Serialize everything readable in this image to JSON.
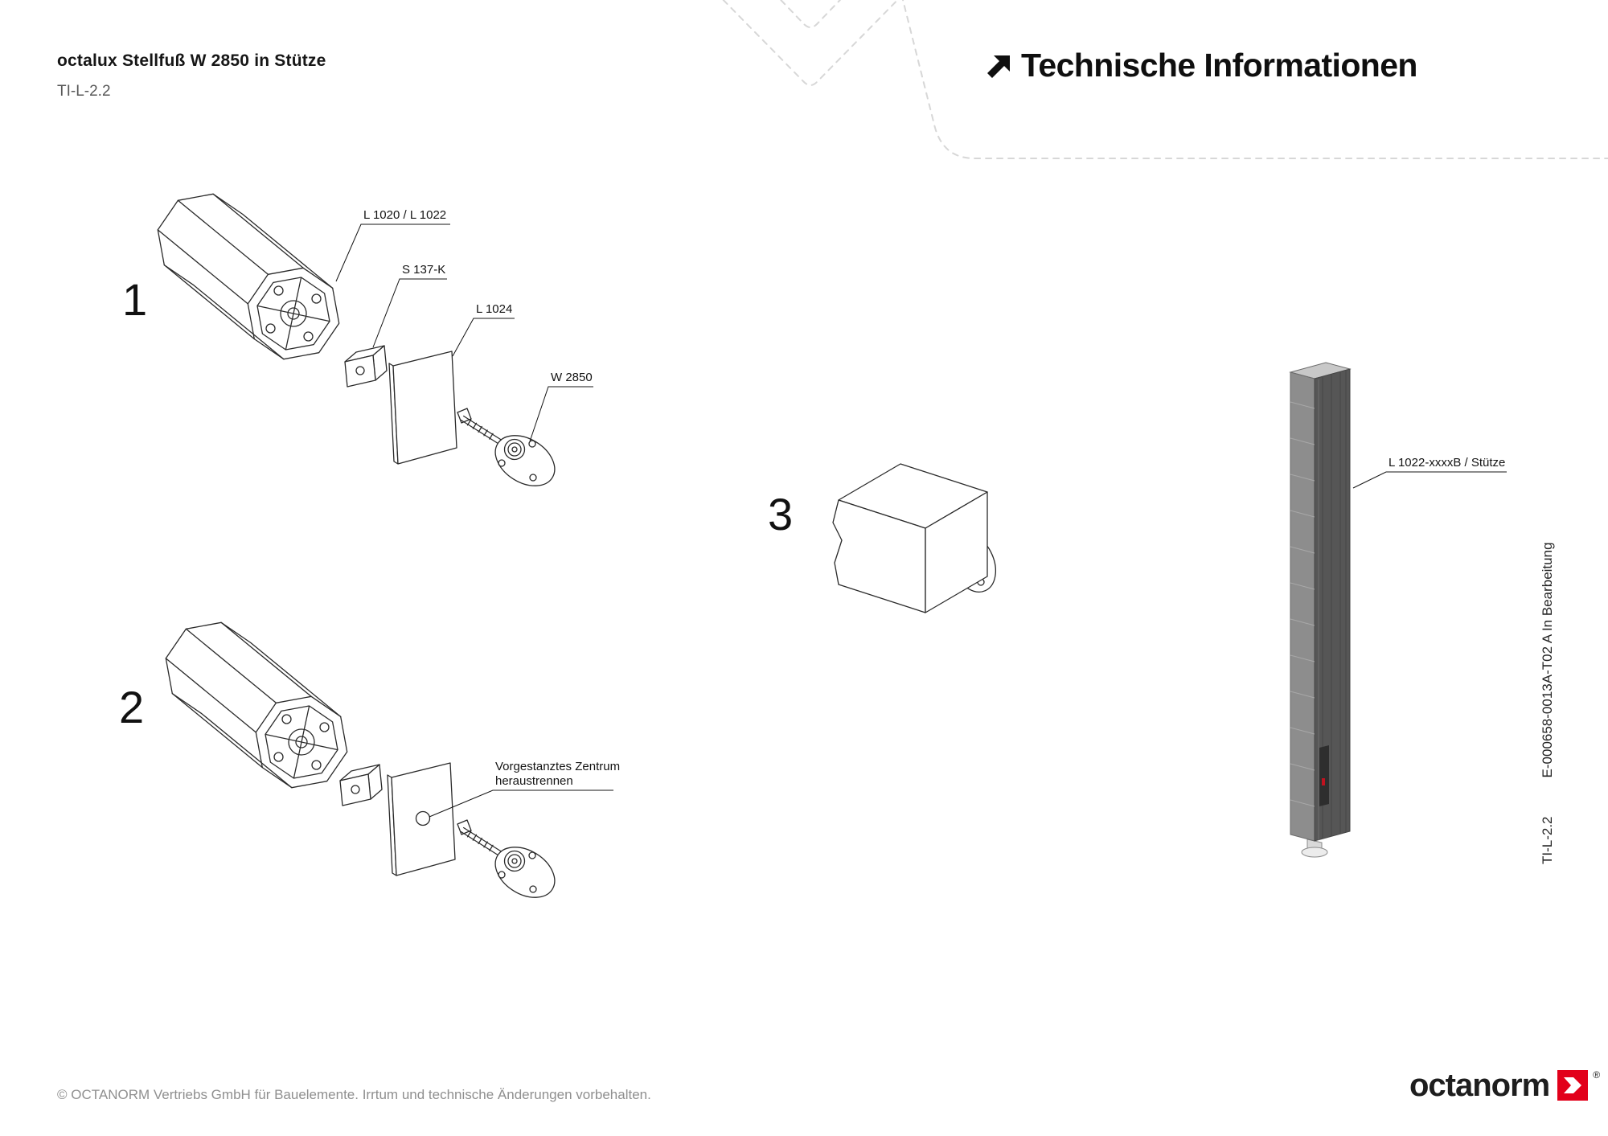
{
  "header": {
    "doc_title": "octalux Stellfuß W 2850 in Stütze",
    "doc_code": "TI-L-2.2",
    "section_title": "Technische Informationen"
  },
  "steps": {
    "step1": {
      "number": "1",
      "label_profile": "L 1020 / L 1022",
      "label_connector": "S 137-K",
      "label_plate": "L 1024",
      "label_foot": "W 2850"
    },
    "step2": {
      "number": "2",
      "note_line1": "Vorgestanztes Zentrum",
      "note_line2": "heraustrennen"
    },
    "step3": {
      "number": "3"
    }
  },
  "column": {
    "label": "L 1022-xxxxB / Stütze"
  },
  "side_note": {
    "doc_code": "TI-L-2.2",
    "revision": "E-000658-0013A-T02 A In Bearbeitung"
  },
  "footer": {
    "copyright": "© OCTANORM Vertriebs GmbH für Bauelemente. Irrtum und technische Änderungen vorbehalten.",
    "brand": "octanorm",
    "registered": "®"
  },
  "colors": {
    "brand_red": "#e2001a",
    "line": "#2a2a2a",
    "decor_dash": "#d7d7d7"
  }
}
